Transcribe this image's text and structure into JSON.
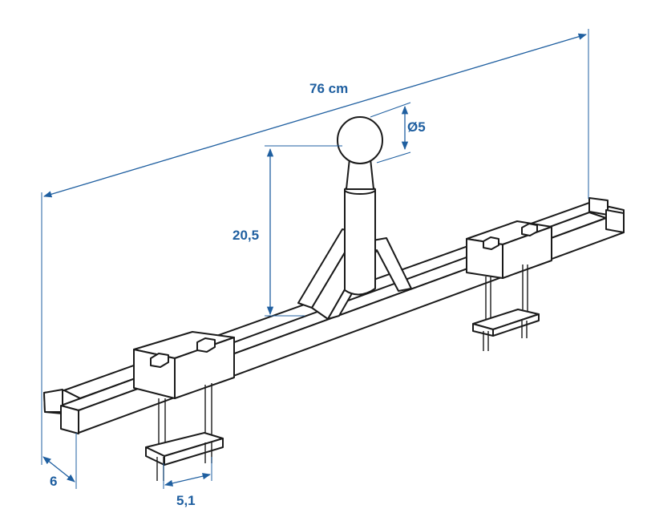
{
  "dimensions": {
    "length": "76 cm",
    "ball_diameter": "Ø5",
    "height": "20,5",
    "bar_width": "6",
    "bolt_spacing": "5,1"
  }
}
